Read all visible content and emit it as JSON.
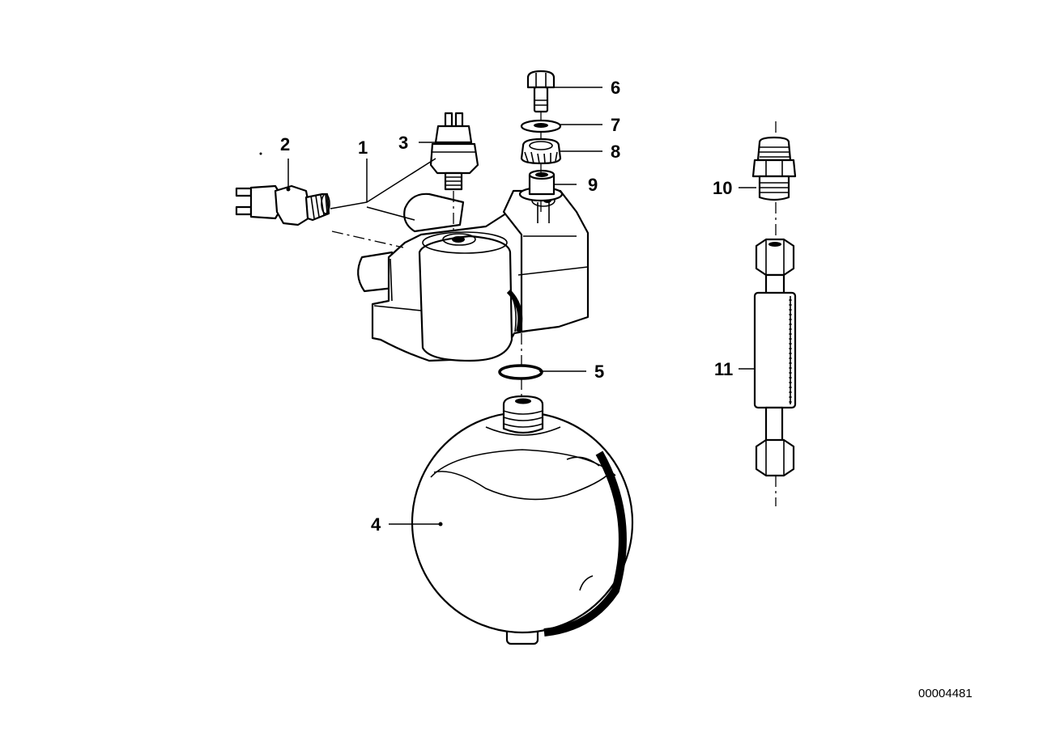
{
  "callouts": {
    "c1": "1",
    "c2": "2",
    "c3": "3",
    "c4": "4",
    "c5": "5",
    "c6": "6",
    "c7": "7",
    "c8": "8",
    "c9": "9",
    "c10": "10",
    "c11": "11"
  },
  "document_id": "00004481"
}
